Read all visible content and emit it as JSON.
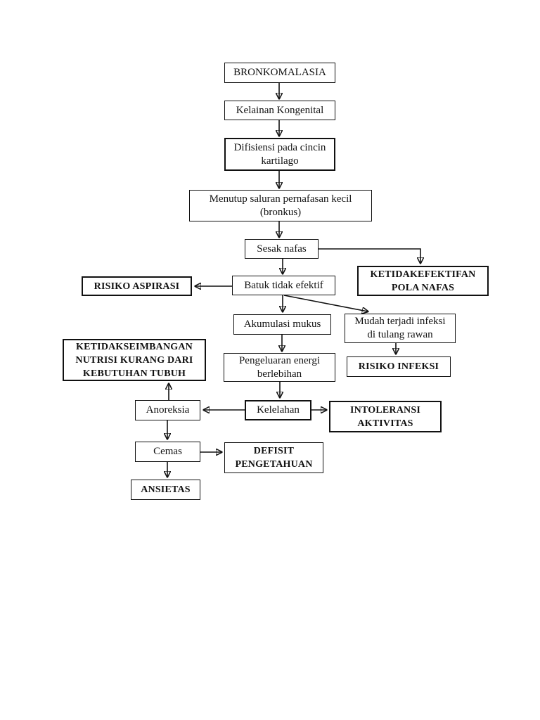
{
  "diagram": {
    "colors": {
      "ink": "#111111",
      "background": "#ffffff"
    },
    "nodes": {
      "bronkomalasia": {
        "lines": [
          "BRONKOMALASIA"
        ]
      },
      "kelainan_kongenital": {
        "lines": [
          "Kelainan Kongenital"
        ]
      },
      "difisiensi": {
        "lines": [
          "Difisiensi pada cincin",
          "kartilago"
        ]
      },
      "menutup_saluran": {
        "lines": [
          "Menutup saluran pernafasan kecil",
          "(bronkus)"
        ]
      },
      "sesak_nafas": {
        "lines": [
          "Sesak nafas"
        ]
      },
      "ketidakefektifan_pola_nafas": {
        "lines": [
          "KETIDAKEFEKTIFAN",
          "POLA NAFAS"
        ]
      },
      "risiko_aspirasi": {
        "lines": [
          "RISIKO ASPIRASI"
        ]
      },
      "batuk_tidak_efektif": {
        "lines": [
          "Batuk tidak efektif"
        ]
      },
      "akumulasi_mukus": {
        "lines": [
          "Akumulasi mukus"
        ]
      },
      "mudah_infeksi": {
        "lines": [
          "Mudah terjadi infeksi",
          "di tulang rawan"
        ]
      },
      "risiko_infeksi": {
        "lines": [
          "RISIKO INFEKSI"
        ]
      },
      "pengeluaran_energi": {
        "lines": [
          "Pengeluaran energi",
          "berlebihan"
        ]
      },
      "ketidakseimbangan_nutrisi": {
        "lines": [
          "KETIDAKSEIMBANGAN",
          "NUTRISI KURANG DARI",
          "KEBUTUHAN TUBUH"
        ]
      },
      "anoreksia": {
        "lines": [
          "Anoreksia"
        ]
      },
      "kelelahan": {
        "lines": [
          "Kelelahan"
        ]
      },
      "intoleransi_aktivitas": {
        "lines": [
          "INTOLERANSI",
          "AKTIVITAS"
        ]
      },
      "cemas": {
        "lines": [
          "Cemas"
        ]
      },
      "defisit_pengetahuan": {
        "lines": [
          "DEFISIT",
          "PENGETAHUAN"
        ]
      },
      "ansietas": {
        "lines": [
          "ANSIETAS"
        ]
      }
    },
    "edges": [
      {
        "from": "bronkomalasia",
        "to": "kelainan_kongenital"
      },
      {
        "from": "kelainan_kongenital",
        "to": "difisiensi"
      },
      {
        "from": "difisiensi",
        "to": "menutup_saluran"
      },
      {
        "from": "menutup_saluran",
        "to": "sesak_nafas"
      },
      {
        "from": "sesak_nafas",
        "to": "ketidakefektifan_pola_nafas"
      },
      {
        "from": "sesak_nafas",
        "to": "batuk_tidak_efektif"
      },
      {
        "from": "batuk_tidak_efektif",
        "to": "risiko_aspirasi"
      },
      {
        "from": "batuk_tidak_efektif",
        "to": "akumulasi_mukus"
      },
      {
        "from": "batuk_tidak_efektif",
        "to": "mudah_infeksi"
      },
      {
        "from": "akumulasi_mukus",
        "to": "pengeluaran_energi"
      },
      {
        "from": "mudah_infeksi",
        "to": "risiko_infeksi"
      },
      {
        "from": "pengeluaran_energi",
        "to": "kelelahan"
      },
      {
        "from": "kelelahan",
        "to": "anoreksia"
      },
      {
        "from": "kelelahan",
        "to": "intoleransi_aktivitas"
      },
      {
        "from": "anoreksia",
        "to": "ketidakseimbangan_nutrisi"
      },
      {
        "from": "anoreksia",
        "to": "cemas"
      },
      {
        "from": "cemas",
        "to": "defisit_pengetahuan"
      },
      {
        "from": "cemas",
        "to": "ansietas"
      }
    ]
  }
}
